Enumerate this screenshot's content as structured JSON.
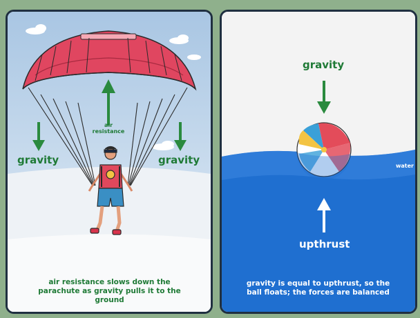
{
  "left_panel": {
    "labels": {
      "gravity_left": "gravity",
      "gravity_right": "gravity",
      "air_resistance": "air\nresistance"
    },
    "caption": "air resistance slows down the parachute as gravity pulls it to the ground"
  },
  "right_panel": {
    "labels": {
      "gravity": "gravity",
      "upthrust": "upthrust",
      "water": "water"
    },
    "caption": "gravity is equal to upthrust, so the ball floats; the forces are balanced"
  },
  "colors": {
    "label_green": "#1f7a36",
    "water_blue": "#1f6fd0",
    "sky_blue": "#bcd5ea",
    "canopy_red": "#e04660",
    "card_border": "#1f2f40",
    "background_green": "#8fb08c"
  },
  "icons": [
    "parachute-canopy-icon",
    "skydiver-figure-icon",
    "beach-ball-icon",
    "arrow-down-icon",
    "arrow-up-icon",
    "cloud-icon"
  ]
}
